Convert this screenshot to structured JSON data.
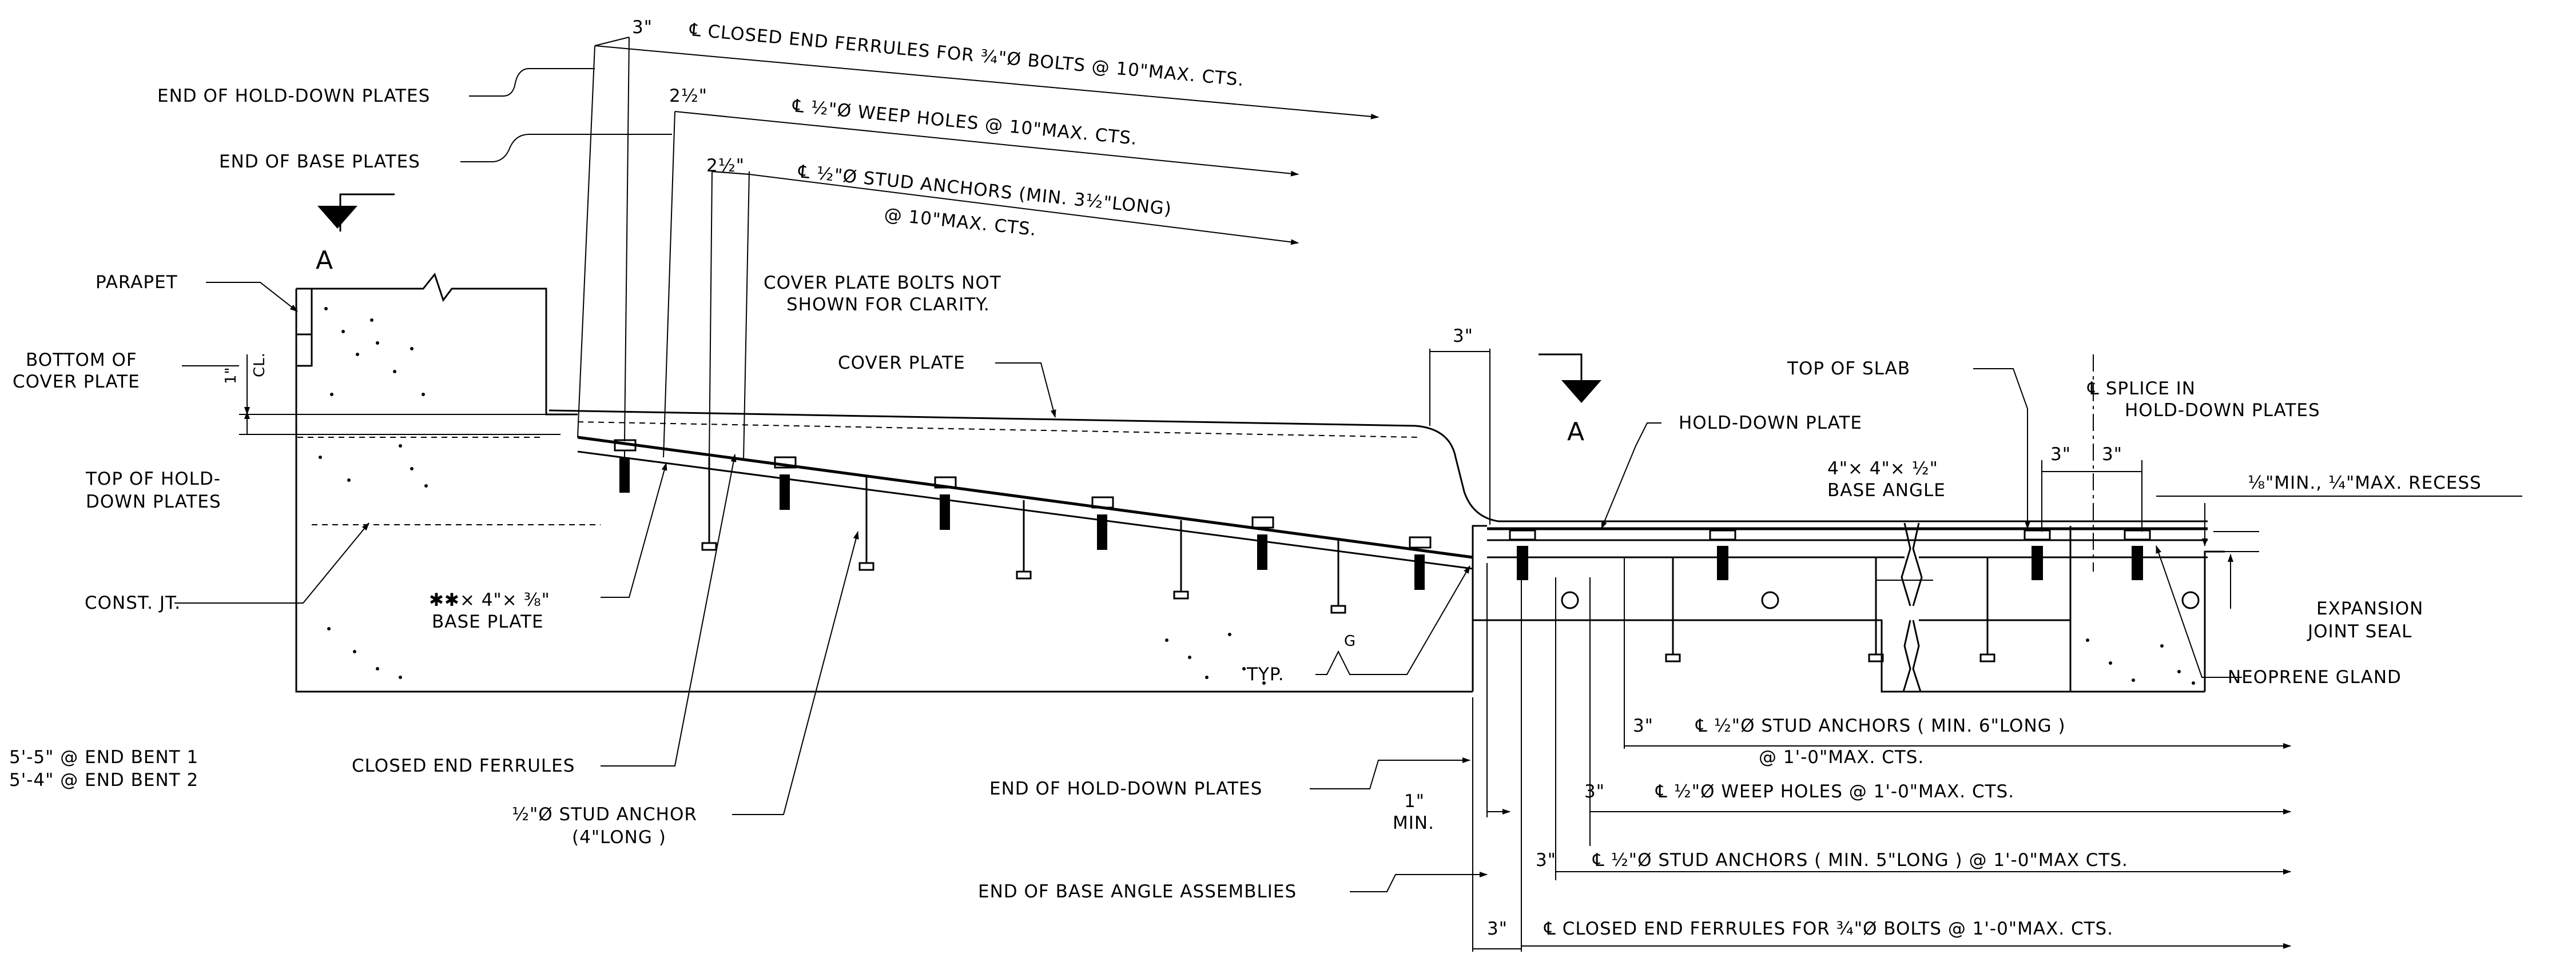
{
  "labels": {
    "end_hold_down_top": "END OF HOLD-DOWN PLATES",
    "end_base_plates": "END OF BASE PLATES",
    "parapet": "PARAPET",
    "bottom_cover_1": "BOTTOM OF",
    "bottom_cover_2": "COVER PLATE",
    "top_hold_1": "TOP OF HOLD-",
    "top_hold_2": "DOWN PLATES",
    "const_jt": "CONST. JT.",
    "end_bent_1": "5'-5\" @ END BENT 1",
    "end_bent_2": "5'-4\" @ END BENT 2",
    "closed_end_ferrules": "CLOSED END FERRULES",
    "stud_anchor_1": "½\"Ø STUD ANCHOR",
    "stud_anchor_2": "(4\"LONG )",
    "base_plate_1": "✱✱× 4\"× ⅜\"",
    "base_plate_2": "BASE PLATE",
    "cover_note_1": "COVER PLATE BOLTS NOT",
    "cover_note_2": "SHOWN FOR CLARITY.",
    "cover_plate": "COVER PLATE",
    "section_mark": "A",
    "cl_small": "CL.",
    "one_inch_small": "1\"",
    "typ": "TYP.",
    "weld_g": "G",
    "hold_down_plate": "HOLD-DOWN PLATE",
    "top_of_slab": "TOP OF SLAB",
    "base_angle_1": "4\"× 4\"× ½\"",
    "base_angle_2": "BASE ANGLE",
    "splice_1": "℄ SPLICE IN",
    "splice_2": "HOLD-DOWN PLATES",
    "recess": "⅛\"MIN., ¼\"MAX. RECESS",
    "expansion_1": "EXPANSION",
    "expansion_2": "JOINT SEAL",
    "neoprene": "NEOPRENE GLAND",
    "end_hold_down_bottom": "END OF HOLD-DOWN PLATES",
    "end_base_angle": "END OF BASE ANGLE ASSEMBLIES",
    "min_1": "1\"",
    "min_2": "MIN.",
    "dim_3in": "3\"",
    "dim_2half": "2½\"",
    "top_note_1": "℄ CLOSED END FERRULES FOR ¾\"Ø BOLTS @ 10\"MAX. CTS.",
    "top_note_2": "℄ ½\"Ø  WEEP HOLES @ 10\"MAX. CTS.",
    "top_note_3a": "℄ ½\"Ø STUD ANCHORS (MIN. 3½\"LONG)",
    "top_note_3b": "@ 10\"MAX. CTS.",
    "bot_note_1a": "℄ ½\"Ø STUD ANCHORS ( MIN. 6\"LONG )",
    "bot_note_1b": "@ 1'-0\"MAX. CTS.",
    "bot_note_2": "℄ ½\"Ø WEEP HOLES @ 1'-0\"MAX. CTS.",
    "bot_note_3": "℄ ½\"Ø  STUD ANCHORS ( MIN. 5\"LONG ) @ 1'-0\"MAX CTS.",
    "bot_note_4": "℄ CLOSED END FERRULES FOR ¾\"Ø BOLTS @ 1'-0\"MAX. CTS."
  }
}
